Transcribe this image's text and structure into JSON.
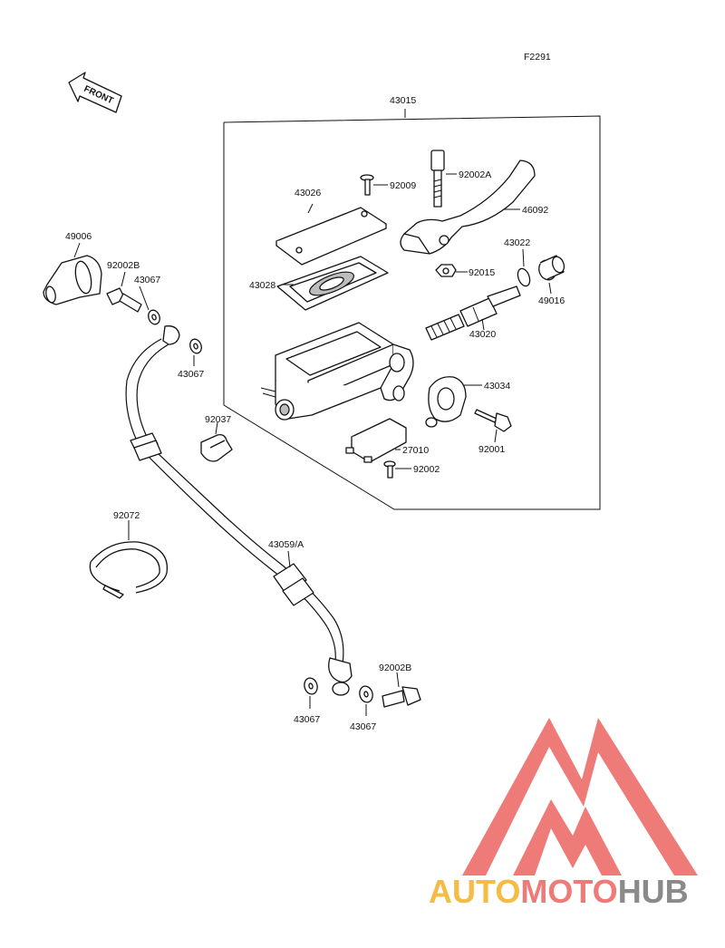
{
  "diagram_code": "F2291",
  "front_label": "FRONT",
  "parts": {
    "assembly": "43015",
    "cap": "43026",
    "diaphragm": "43028",
    "screw_cap": "92009",
    "pivot_bolt": "92002A",
    "lever": "46092",
    "nut": "92015",
    "circlip": "43022",
    "boot": "49016",
    "piston": "43020",
    "clamp": "43034",
    "clamp_bolt": "92001",
    "switch": "27010",
    "switch_screw": "92002",
    "clip": "92037",
    "cover": "49006",
    "banjo_bolt_top": "92002B",
    "washer_a": "43067",
    "washer_b": "43067",
    "hose": "43059/A",
    "band": "92072",
    "banjo_bolt_bottom": "92002B",
    "washer_c": "43067",
    "washer_d": "43067"
  },
  "watermark": {
    "part1": "AUTO",
    "part2": "MOTO",
    "part3": "HUB",
    "color1": "#f4bb45",
    "color2": "#ee7b78",
    "color3": "#8a8a8a"
  }
}
